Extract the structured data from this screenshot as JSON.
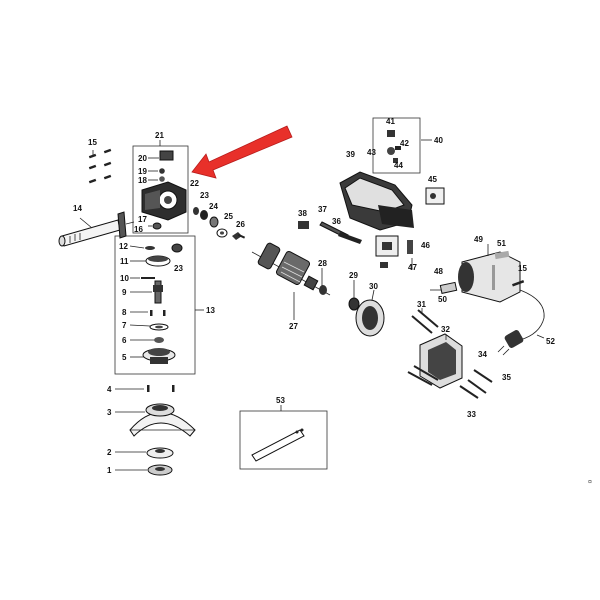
{
  "callouts": {
    "p1": "1",
    "p2": "2",
    "p3": "3",
    "p4": "4",
    "p5": "5",
    "p6": "6",
    "p7": "7",
    "p8": "8",
    "p9": "9",
    "p10": "10",
    "p11": "11",
    "p12": "12",
    "p13": "13",
    "p14": "14",
    "p15": "15",
    "p15b": "15",
    "p16": "16",
    "p17": "17",
    "p18": "18",
    "p19": "19",
    "p20": "20",
    "p21": "21",
    "p22": "22",
    "p23": "23",
    "p23b": "23",
    "p24": "24",
    "p25": "25",
    "p26": "26",
    "p27": "27",
    "p28": "28",
    "p29": "29",
    "p30": "30",
    "p31": "31",
    "p32": "32",
    "p33": "33",
    "p34": "34",
    "p35": "35",
    "p36": "36",
    "p37": "37",
    "p38": "38",
    "p39": "39",
    "p40": "40",
    "p41": "41",
    "p42": "42",
    "p43": "43",
    "p44": "44",
    "p45": "45",
    "p46": "46",
    "p47": "47",
    "p48": "48",
    "p49": "49",
    "p50": "50",
    "p51": "51",
    "p52": "52",
    "p53": "53"
  },
  "edge_mark": "¤",
  "colors": {
    "arrow": "#e8302a",
    "arrow_stroke": "#b71c1c",
    "line": "#222222",
    "part_fill": "#3a3a3a",
    "part_light": "#bdbdbd"
  }
}
